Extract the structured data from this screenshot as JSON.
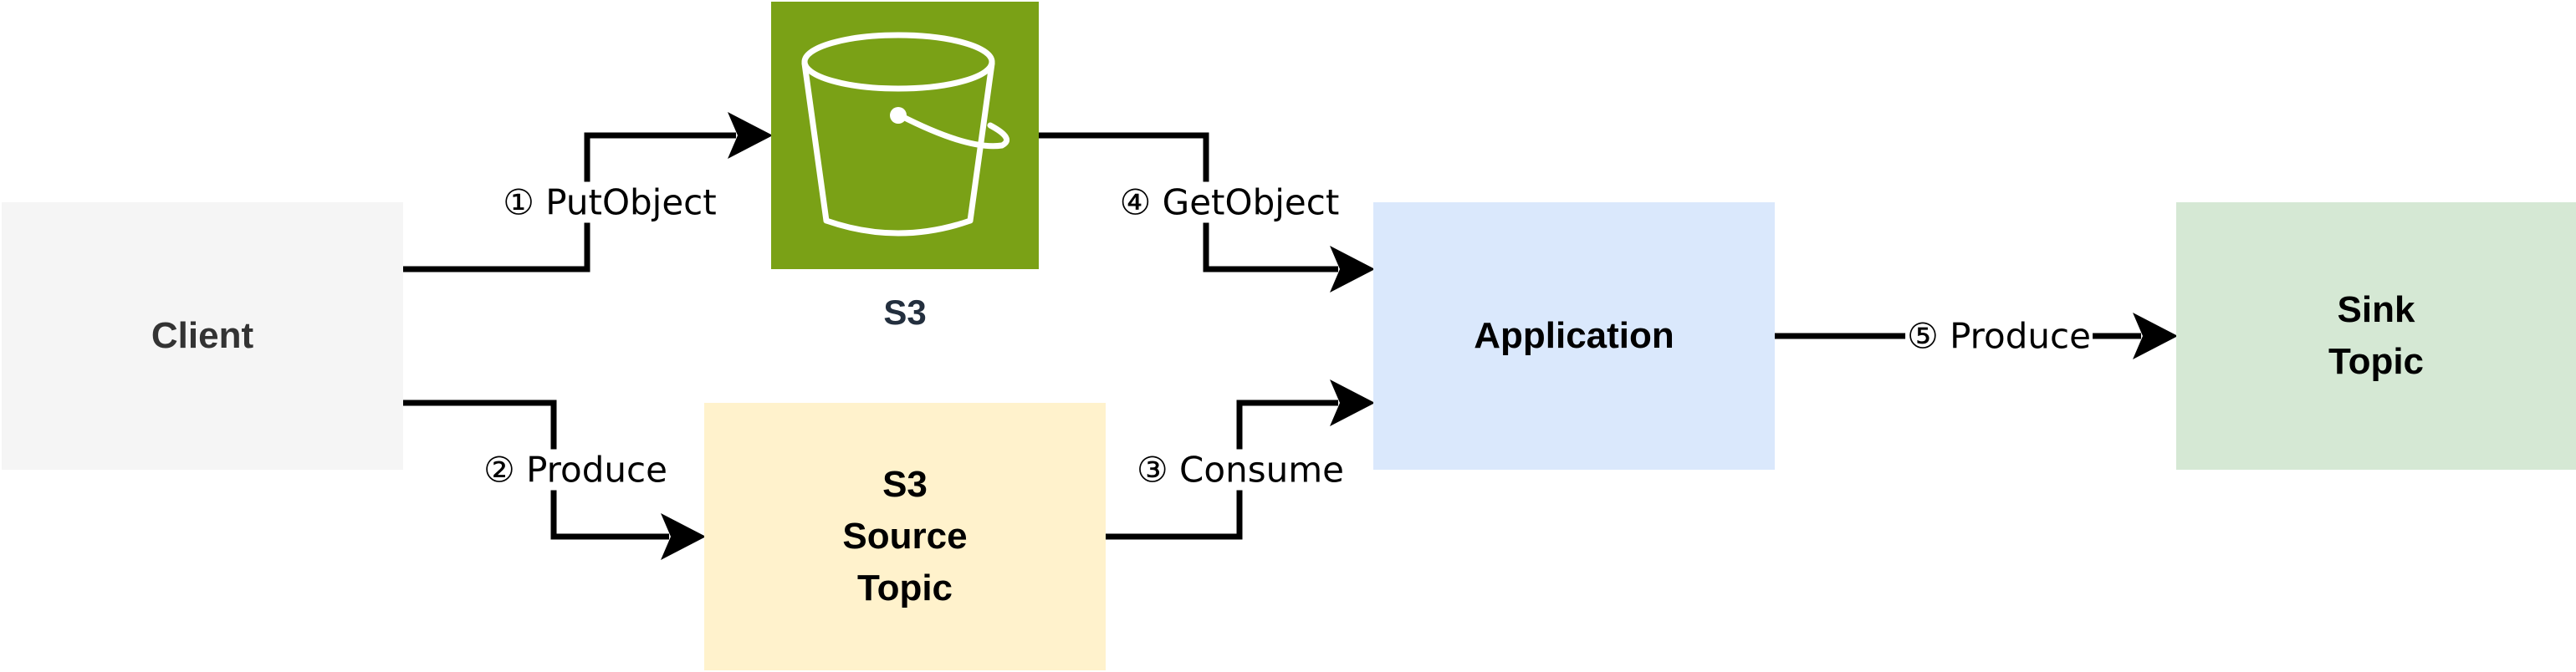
{
  "nodes": {
    "client": {
      "label": "Client",
      "color": "#f5f5f5"
    },
    "s3": {
      "label": "S3",
      "icon": "s3-bucket-icon",
      "color": "#7aa116"
    },
    "source_topic": {
      "lines": [
        "S3",
        "Source",
        "Topic"
      ],
      "color": "#fff2cc"
    },
    "application": {
      "label": "Application",
      "color": "#dae8fc"
    },
    "sink_topic": {
      "lines": [
        "Sink",
        "Topic"
      ],
      "color": "#d5e8d4"
    }
  },
  "edges": [
    {
      "id": "put-object",
      "from": "client",
      "to": "s3",
      "label": "① PutObject"
    },
    {
      "id": "produce-source",
      "from": "client",
      "to": "source_topic",
      "label": "② Produce"
    },
    {
      "id": "consume",
      "from": "source_topic",
      "to": "application",
      "label": "③ Consume"
    },
    {
      "id": "get-object",
      "from": "s3",
      "to": "application",
      "label": "④ GetObject"
    },
    {
      "id": "produce-sink",
      "from": "application",
      "to": "sink_topic",
      "label": "⑤ Produce"
    }
  ]
}
